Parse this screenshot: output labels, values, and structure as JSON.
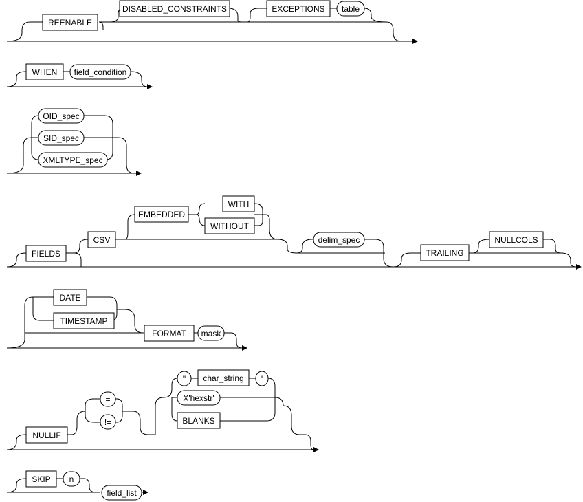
{
  "diagram": {
    "clause1": {
      "reenable": "REENABLE",
      "disabled_constraints": "DISABLED_CONSTRAINTS",
      "exceptions": "EXCEPTIONS",
      "table": "table"
    },
    "clause2": {
      "when": "WHEN",
      "field_condition": "field_condition"
    },
    "clause3": {
      "oid_spec": "OID_spec",
      "sid_spec": "SID_spec",
      "xmltype_spec": "XMLTYPE_spec"
    },
    "clause4": {
      "fields": "FIELDS",
      "csv": "CSV",
      "embedded": "EMBEDDED",
      "with": "WITH",
      "without": "WITHOUT",
      "delim_spec": "delim_spec",
      "trailing": "TRAILING",
      "nullcols": "NULLCOLS"
    },
    "clause5": {
      "date": "DATE",
      "timestamp": "TIMESTAMP",
      "format": "FORMAT",
      "mask": "mask"
    },
    "clause6": {
      "nullif": "NULLIF",
      "eq": "=",
      "neq": "!=",
      "dquote": "\"",
      "char_string": "char_string",
      "squote": "'",
      "hexstr": "X'hexstr'",
      "blanks": "BLANKS"
    },
    "clause7": {
      "skip": "SKIP",
      "n": "n",
      "field_list": "field_list"
    }
  }
}
